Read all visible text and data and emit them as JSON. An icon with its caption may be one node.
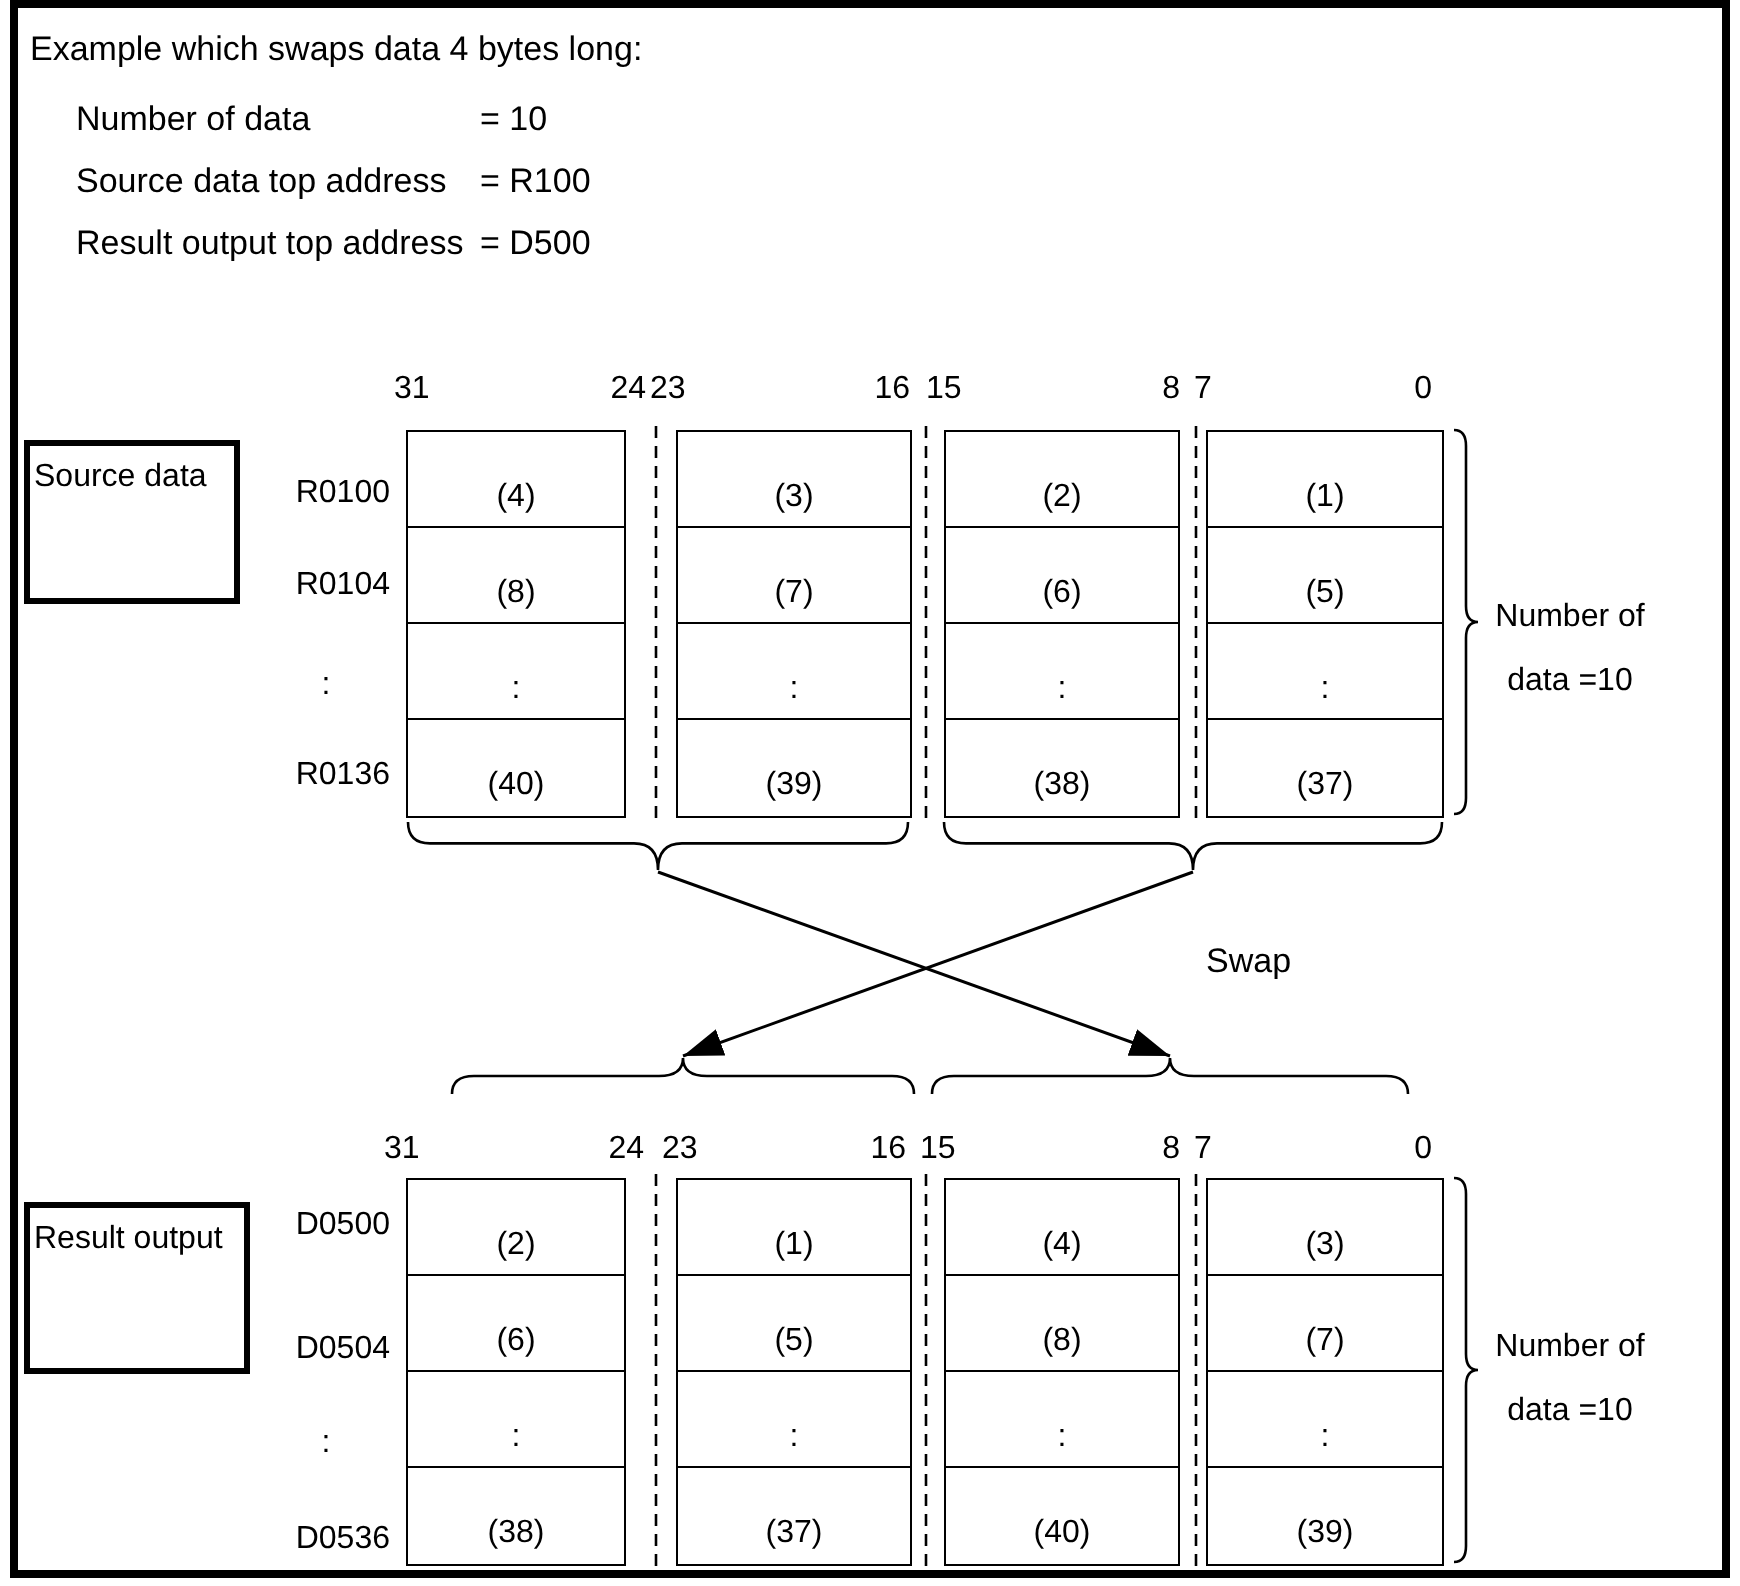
{
  "diagram": {
    "nodes": [
      {
        "text": [
          "Source data"
        ]
      },
      {
        "text": [
          "(4)",
          "(8)",
          ":",
          "(40)"
        ]
      },
      {
        "text": [
          "(3)",
          "(7)",
          ":",
          "(39)"
        ]
      },
      {
        "text": [
          "(2)",
          "(6)",
          ":",
          "(38)"
        ]
      },
      {
        "text": [
          "(1)",
          "(5)",
          ":",
          "(37)"
        ]
      },
      {
        "text": [],
        "shape": "brace"
      },
      {
        "text": [],
        "shape": "brace"
      },
      {
        "text": [],
        "shape": "brace"
      },
      {
        "text": [],
        "shape": "brace"
      },
      {
        "text": [
          "Result output"
        ]
      },
      {
        "text": [
          "(2)",
          "(6)",
          ":",
          "(38)"
        ]
      },
      {
        "text": [
          "(1)",
          "(5)",
          ":",
          "(37)"
        ]
      },
      {
        "text": [
          "(4)",
          "(8)",
          ":",
          "(40)"
        ]
      },
      {
        "text": [
          "(3)",
          "(7)",
          ":",
          "(39)"
        ]
      }
    ],
    "edges": [
      {
        "from": 5,
        "to": 8,
        "arrow": "to"
      },
      {
        "from": 6,
        "to": 7,
        "arrow": "to"
      }
    ],
    "labels": [
      "Example which swaps data 4 bytes long:",
      "Number of data",
      "= 10",
      "Source data top address",
      "= R100",
      "Result output top address",
      "= D500",
      "31",
      "24",
      "23",
      "16",
      "15",
      "8",
      "7",
      "0",
      "R0100",
      "R0104",
      ":",
      "R0136",
      "Number of data =10",
      "Swap",
      "31",
      "24",
      "23",
      "16",
      "15",
      "8",
      "7",
      "0",
      "D0500",
      "D0504",
      ":",
      "D0536",
      "Number of data =10"
    ]
  }
}
